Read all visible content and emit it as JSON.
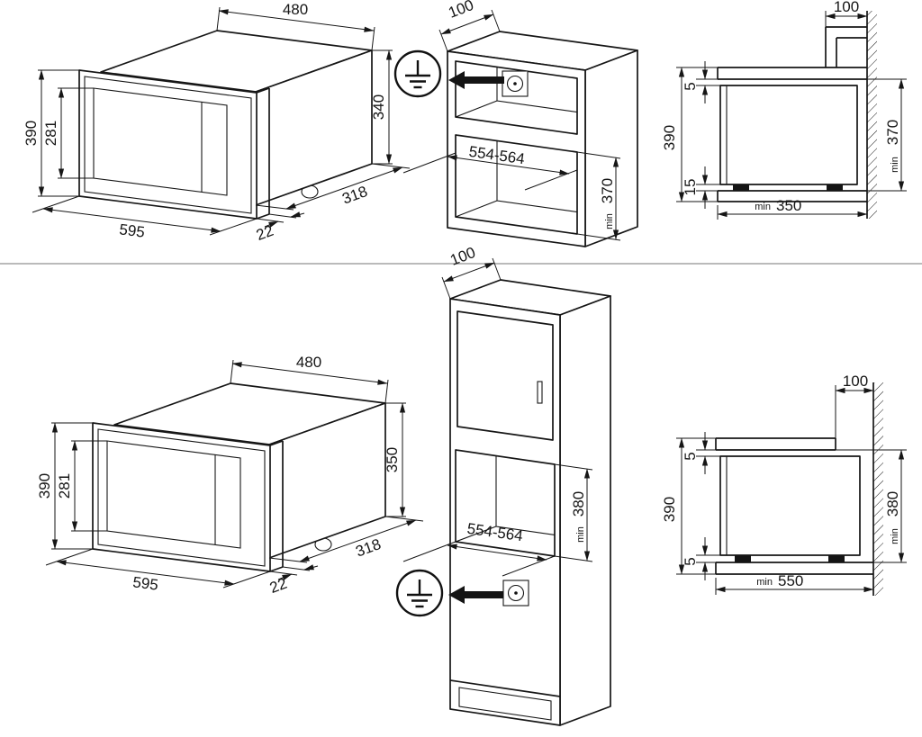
{
  "page": {
    "background": "#ffffff",
    "ink_color": "#161616",
    "divider_color": "#a3a3a3"
  },
  "labels": {
    "min": "min"
  },
  "top_row": {
    "oven_iso": {
      "body_width": "480",
      "frame_height": "390",
      "door_glass_height": "281",
      "body_height": "340",
      "frame_width": "595",
      "body_depth": "318",
      "frame_thickness": "22"
    },
    "cabinet_iso": {
      "top_depth": "100",
      "niche_width": "554-564",
      "niche_height_min": "370"
    },
    "side_section": {
      "wall_offset": "100",
      "niche_height": "390",
      "top_gap": "5",
      "bottom_gap": "15",
      "height_min": "370",
      "depth_min": "350"
    }
  },
  "bottom_row": {
    "oven_iso": {
      "body_width": "480",
      "frame_height": "390",
      "door_glass_height": "281",
      "body_height": "350",
      "frame_width": "595",
      "body_depth": "318",
      "frame_thickness": "22"
    },
    "cabinet_iso": {
      "top_depth": "100",
      "niche_width": "554-564",
      "niche_height_min": "380"
    },
    "side_section": {
      "wall_offset": "100",
      "niche_height": "390",
      "top_gap": "5",
      "bottom_gap": "5",
      "height_min": "380",
      "depth_min": "550"
    }
  }
}
